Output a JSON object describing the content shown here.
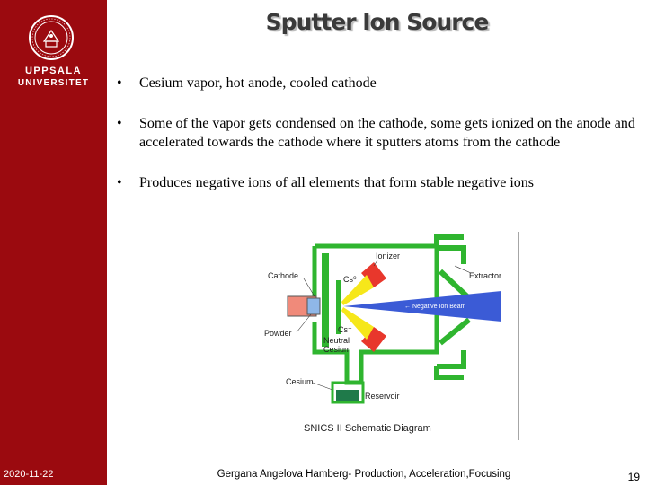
{
  "slide": {
    "title": "Sputter Ion Source",
    "university_line1": "UPPSALA",
    "university_line2": "UNIVERSITET",
    "date": "2020-11-22",
    "footer": "Gergana Angelova Hamberg- Production, Acceleration,Focusing",
    "page_number": "19"
  },
  "bullets": [
    "Cesium vapor, hot anode, cooled cathode",
    "Some of the vapor gets condensed on the cathode, some gets ionized on the anode and accelerated towards the cathode where it sputters atoms from the cathode",
    "Produces negative ions of all elements that form stable negative ions"
  ],
  "bullet_marker": "•",
  "diagram": {
    "caption": "SNICS II Schematic Diagram",
    "labels": {
      "ionizer": "Ionizer",
      "extractor": "Extractor",
      "cathode": "Cathode",
      "cs_top": "Cs⁰",
      "cs_bottom": "Cs⁺",
      "neutral_cesium": "Neutral",
      "neutral_cesium2": "Cesium",
      "powder": "Powder",
      "beam": "← Negative Ion Beam",
      "cesium": "Cesium",
      "reservoir": "Reservoir"
    }
  },
  "colors": {
    "sidebar": "#9b0a0f",
    "frame_green": "#2fb52f",
    "beam_blue": "#3b5bd6",
    "ionizer_red": "#e8372c",
    "cathode_pink": "#f08a7a"
  }
}
